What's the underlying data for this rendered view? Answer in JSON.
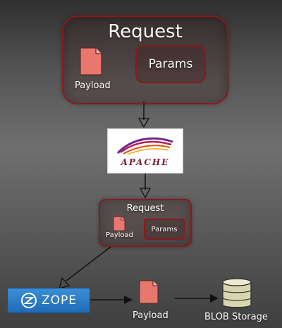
{
  "top_request": {
    "title": "Request",
    "payload_label": "Payload",
    "params_label": "Params"
  },
  "apache": {
    "logo_text": "APACHE"
  },
  "inner_request": {
    "title": "Request",
    "payload_label": "Payload",
    "params_label": "Params"
  },
  "zope": {
    "logo_text": "ZOPE"
  },
  "bottom": {
    "payload_label": "Payload",
    "storage_label": "BLOB Storage"
  },
  "colors": {
    "box_border": "#8a1a1a",
    "document_fill": "#e8786e",
    "zope_blue": "#2f7ec8",
    "storage_fill": "#d8d6b0"
  }
}
